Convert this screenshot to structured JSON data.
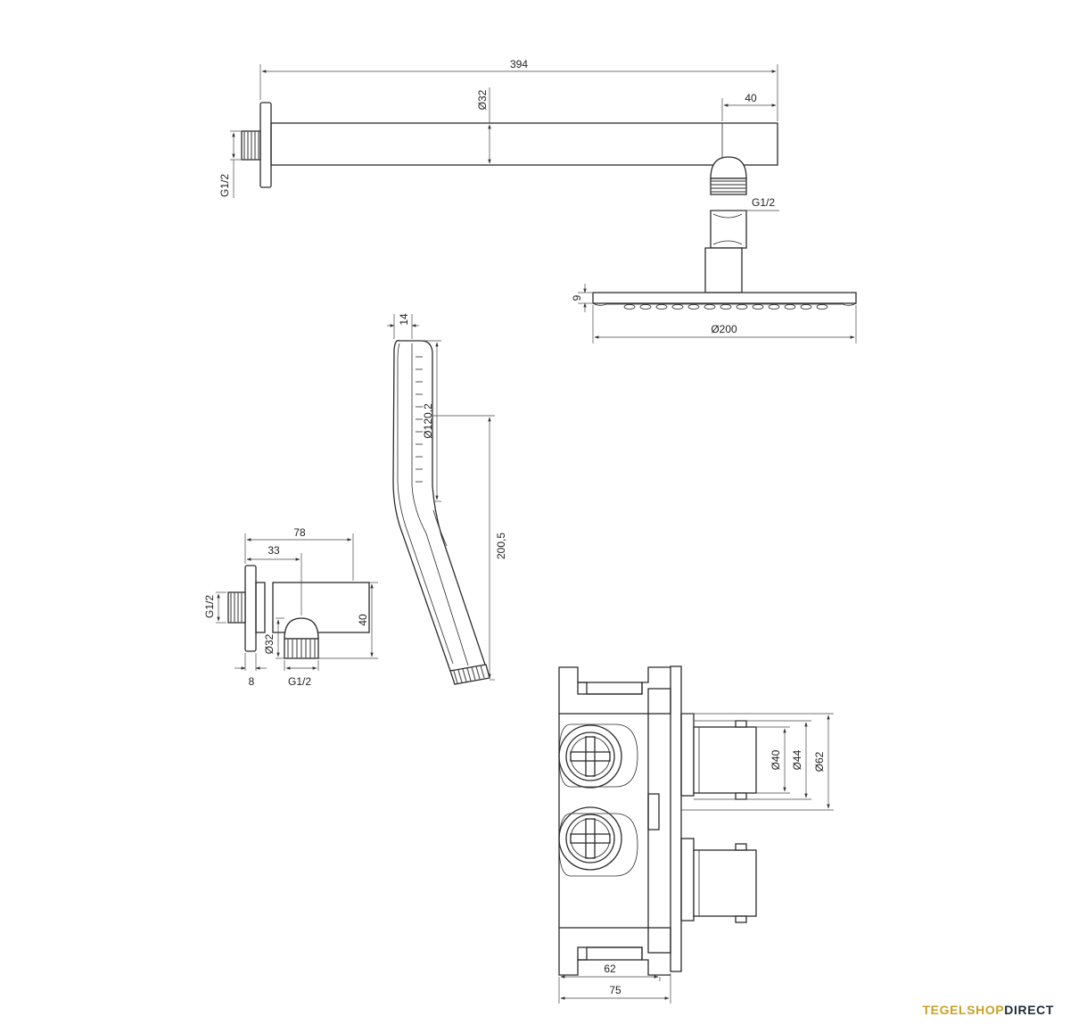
{
  "drawing": {
    "arm": {
      "length": "394",
      "diameter": "Ø32",
      "end_length": "40",
      "wall_thread": "G1/2",
      "head_thread": "G1/2"
    },
    "head": {
      "thickness": "9",
      "diameter": "Ø200"
    },
    "hand_shower": {
      "width": "14",
      "head_diameter": "Ø120,2",
      "length": "200,5"
    },
    "elbow": {
      "depth": "78",
      "outlet_offset": "33",
      "height": "40",
      "diameter": "Ø32",
      "thread_left": "G1/2",
      "thread_bottom": "G1/2",
      "flange": "8"
    },
    "valve": {
      "knob_d1": "Ø40",
      "knob_d2": "Ø44",
      "knob_d3": "Ø62",
      "body_depth": "62",
      "total_depth": "75"
    }
  },
  "brand": {
    "part1": "TEGELSHOP",
    "part2": "DIRECT"
  }
}
